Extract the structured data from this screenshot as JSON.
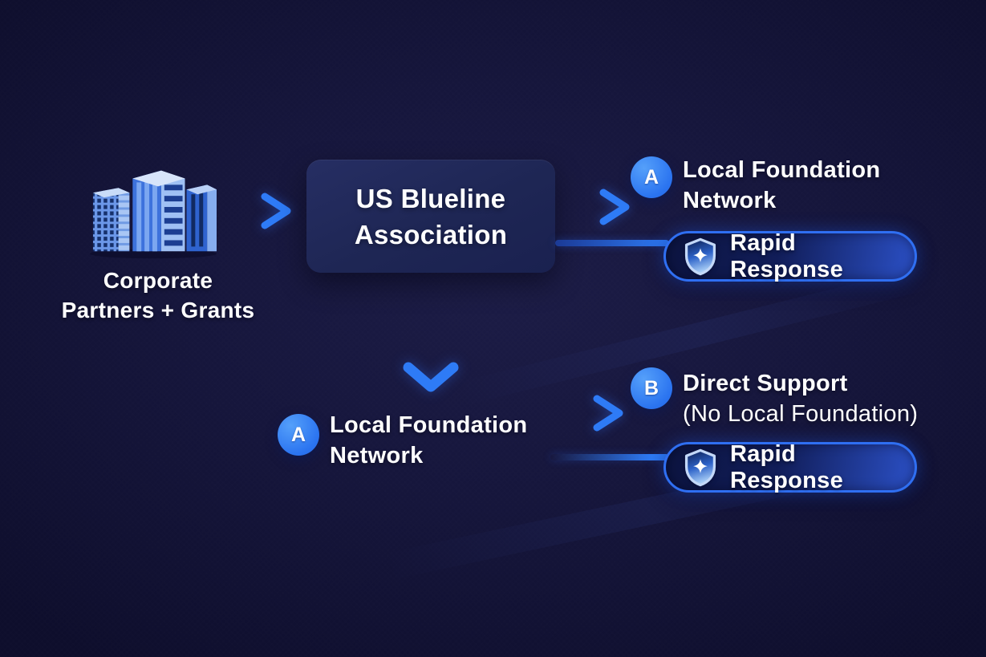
{
  "colors": {
    "background": "#15153c",
    "accent_blue": "#2e7bf6",
    "hub_box_fill": "#202757",
    "pill_border": "#2f6ff2",
    "badge_fill": "#2e7ef5",
    "text": "#ffffff"
  },
  "source": {
    "icon": "office-buildings-icon",
    "label_line1": "Corporate",
    "label_line2": "Partners + Grants"
  },
  "hub": {
    "name_line1": "US Blueline",
    "name_line2": "Association"
  },
  "branches": {
    "top": {
      "badge": "A",
      "label_line1": "Local Foundation",
      "label_line2": "Network",
      "pill": {
        "icon": "shield-star-icon",
        "label": "Rapid Response"
      }
    },
    "bottom_hub": {
      "badge": "A",
      "label_line1": "Local Foundation",
      "label_line2": "Network"
    },
    "bottom": {
      "badge": "B",
      "label_line1": "Direct Support",
      "label_line2": "(No Local Foundation)",
      "pill": {
        "icon": "shield-star-icon",
        "label": "Rapid Response"
      }
    }
  }
}
